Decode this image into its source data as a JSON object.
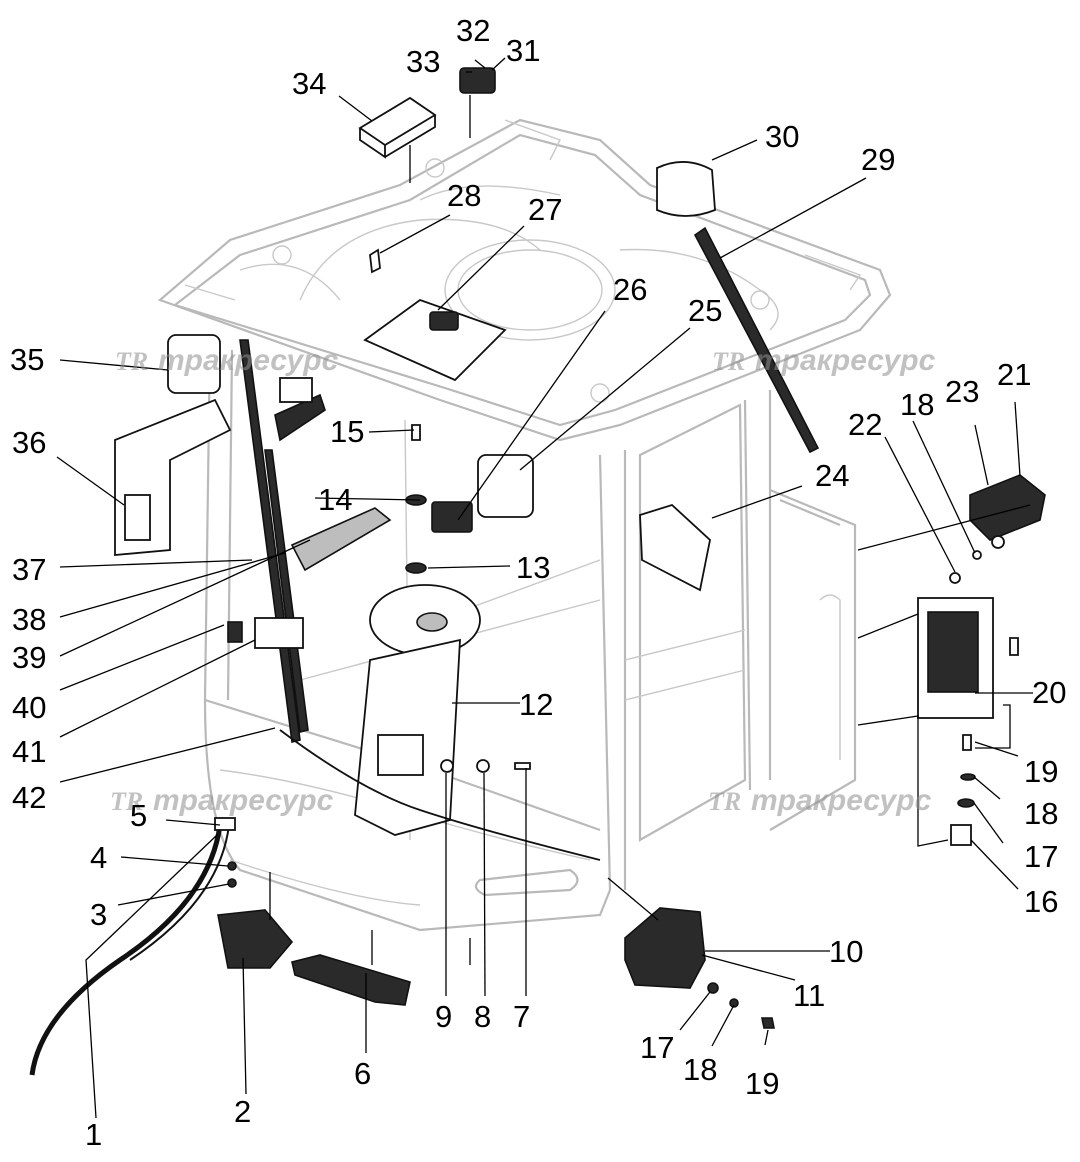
{
  "watermark": {
    "logo": "TR",
    "text": "тракресурс"
  },
  "callouts": [
    "1",
    "2",
    "3",
    "4",
    "5",
    "6",
    "7",
    "8",
    "9",
    "10",
    "11",
    "12",
    "13",
    "14",
    "15",
    "16",
    "17",
    "17",
    "18",
    "18",
    "18",
    "19",
    "19",
    "20",
    "21",
    "22",
    "23",
    "24",
    "25",
    "26",
    "27",
    "28",
    "29",
    "30",
    "31",
    "32",
    "33",
    "34",
    "35",
    "36",
    "37",
    "38",
    "39",
    "40",
    "41",
    "42"
  ]
}
